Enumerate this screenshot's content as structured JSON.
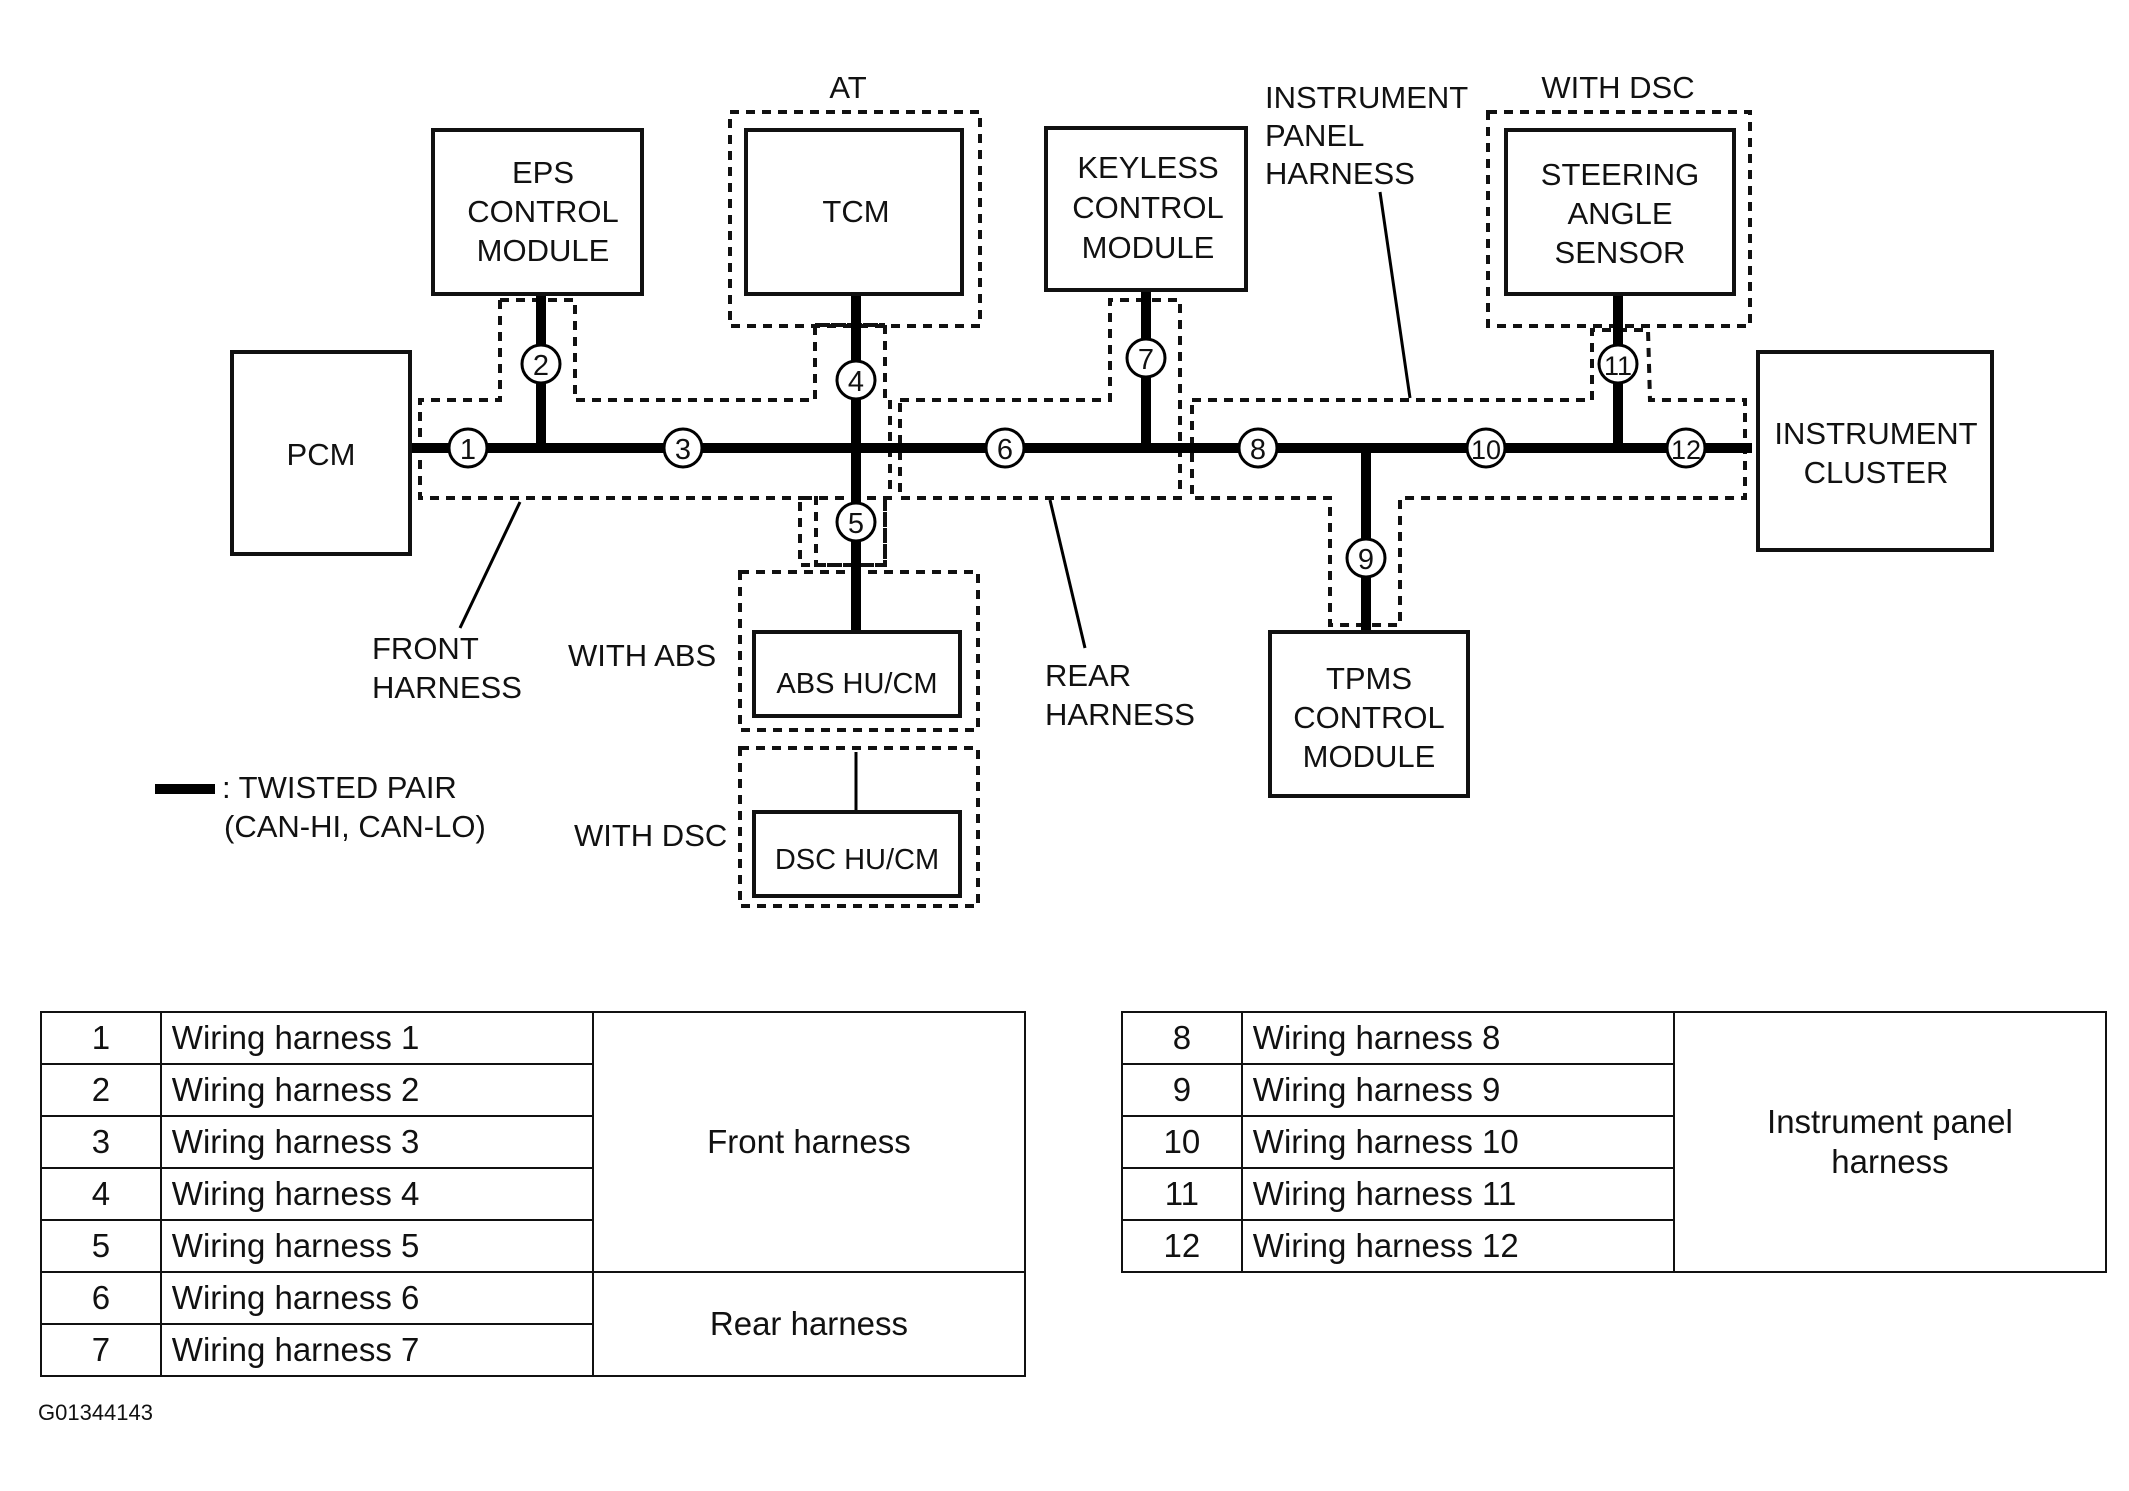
{
  "modules": {
    "pcm": "PCM",
    "eps": [
      "EPS",
      "CONTROL",
      "MODULE"
    ],
    "tcm": "TCM",
    "keyless": [
      "KEYLESS",
      "CONTROL",
      "MODULE"
    ],
    "steering": [
      "STEERING",
      "ANGLE",
      "SENSOR"
    ],
    "cluster": [
      "INSTRUMENT",
      "CLUSTER"
    ],
    "abs": "ABS HU/CM",
    "dsc": "DSC HU/CM",
    "tpms": [
      "TPMS",
      "CONTROL",
      "MODULE"
    ]
  },
  "labels": {
    "at": "AT",
    "with_dsc_top": "WITH DSC",
    "with_abs": "WITH ABS",
    "with_dsc_bottom": "WITH DSC",
    "instrument_panel_harness": [
      "INSTRUMENT",
      "PANEL",
      "HARNESS"
    ],
    "front_harness": [
      "FRONT",
      "HARNESS"
    ],
    "rear_harness": [
      "REAR",
      "HARNESS"
    ]
  },
  "legend_note": {
    "line1": ": TWISTED PAIR",
    "line2": "(CAN-HI, CAN-LO)"
  },
  "connectors": [
    "1",
    "2",
    "3",
    "4",
    "5",
    "6",
    "7",
    "8",
    "9",
    "10",
    "11",
    "12"
  ],
  "table_left": {
    "rows": [
      {
        "num": "1",
        "name": "Wiring harness 1"
      },
      {
        "num": "2",
        "name": "Wiring harness 2"
      },
      {
        "num": "3",
        "name": "Wiring harness 3"
      },
      {
        "num": "4",
        "name": "Wiring harness 4"
      },
      {
        "num": "5",
        "name": "Wiring harness 5"
      },
      {
        "num": "6",
        "name": "Wiring harness 6"
      },
      {
        "num": "7",
        "name": "Wiring harness 7"
      }
    ],
    "group_front": "Front harness",
    "group_rear": "Rear harness"
  },
  "table_right": {
    "rows": [
      {
        "num": "8",
        "name": "Wiring harness 8"
      },
      {
        "num": "9",
        "name": "Wiring harness 9"
      },
      {
        "num": "10",
        "name": "Wiring harness 10"
      },
      {
        "num": "11",
        "name": "Wiring harness 11"
      },
      {
        "num": "12",
        "name": "Wiring harness 12"
      }
    ],
    "group": [
      "Instrument panel",
      "harness"
    ]
  },
  "doc_code": "G01344143"
}
